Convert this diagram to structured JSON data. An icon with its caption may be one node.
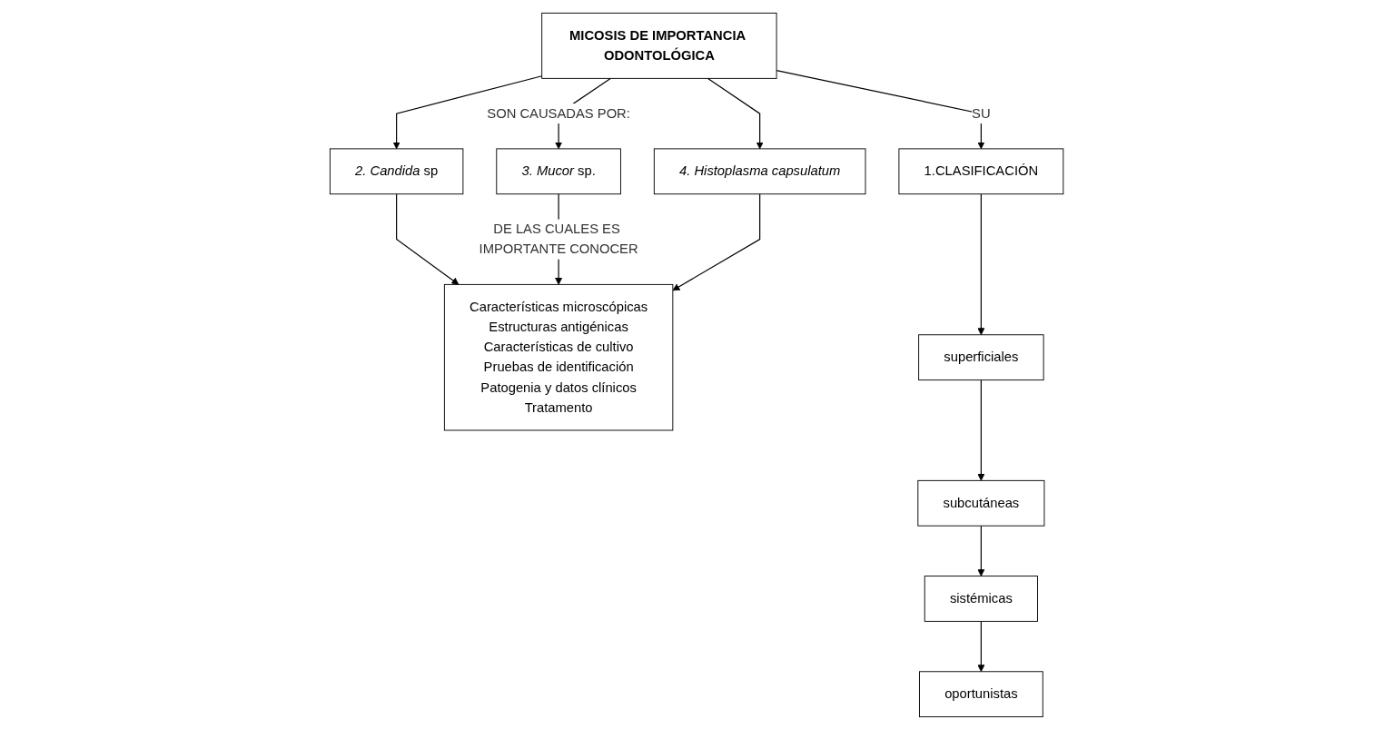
{
  "diagram": {
    "nodes": [
      {
        "text": [
          "MICOSIS DE IMPORTANCIA ODONTOLÓGICA"
        ]
      },
      {
        "text": [
          "1.CLASIFICACIÓN"
        ]
      },
      {
        "text": [
          "*2. Candida* sp"
        ]
      },
      {
        "text": [
          "*3. Mucor* sp."
        ]
      },
      {
        "text": [
          "*4. Histoplasma capsulatum*"
        ]
      },
      {
        "text": [
          "Características microscópicas",
          "Estructuras antigénicas",
          "Características de cultivo",
          "Pruebas de identificación",
          "Patogenia y datos clínicos",
          "Tratamento"
        ]
      },
      {
        "text": [
          "superficiales"
        ]
      },
      {
        "text": [
          "subcutáneas"
        ]
      },
      {
        "text": [
          "sistémicas"
        ]
      },
      {
        "text": [
          "oportunistas"
        ]
      }
    ],
    "edges": [
      {
        "from": 0,
        "to": 1,
        "arrow": "to",
        "label": "SU"
      },
      {
        "from": 0,
        "to": 2,
        "arrow": "to"
      },
      {
        "from": 0,
        "to": 3,
        "arrow": "to",
        "label": "SON CAUSADAS POR:"
      },
      {
        "from": 0,
        "to": 4,
        "arrow": "to"
      },
      {
        "from": 2,
        "to": 5,
        "arrow": "to"
      },
      {
        "from": 3,
        "to": 5,
        "arrow": "to",
        "label": "DE LAS CUALES ES IMPORTANTE CONOCER"
      },
      {
        "from": 4,
        "to": 5,
        "arrow": "to"
      },
      {
        "from": 1,
        "to": 6,
        "arrow": "to"
      },
      {
        "from": 6,
        "to": 7,
        "arrow": "to"
      },
      {
        "from": 7,
        "to": 8,
        "arrow": "to"
      },
      {
        "from": 8,
        "to": 9,
        "arrow": "to"
      }
    ]
  }
}
